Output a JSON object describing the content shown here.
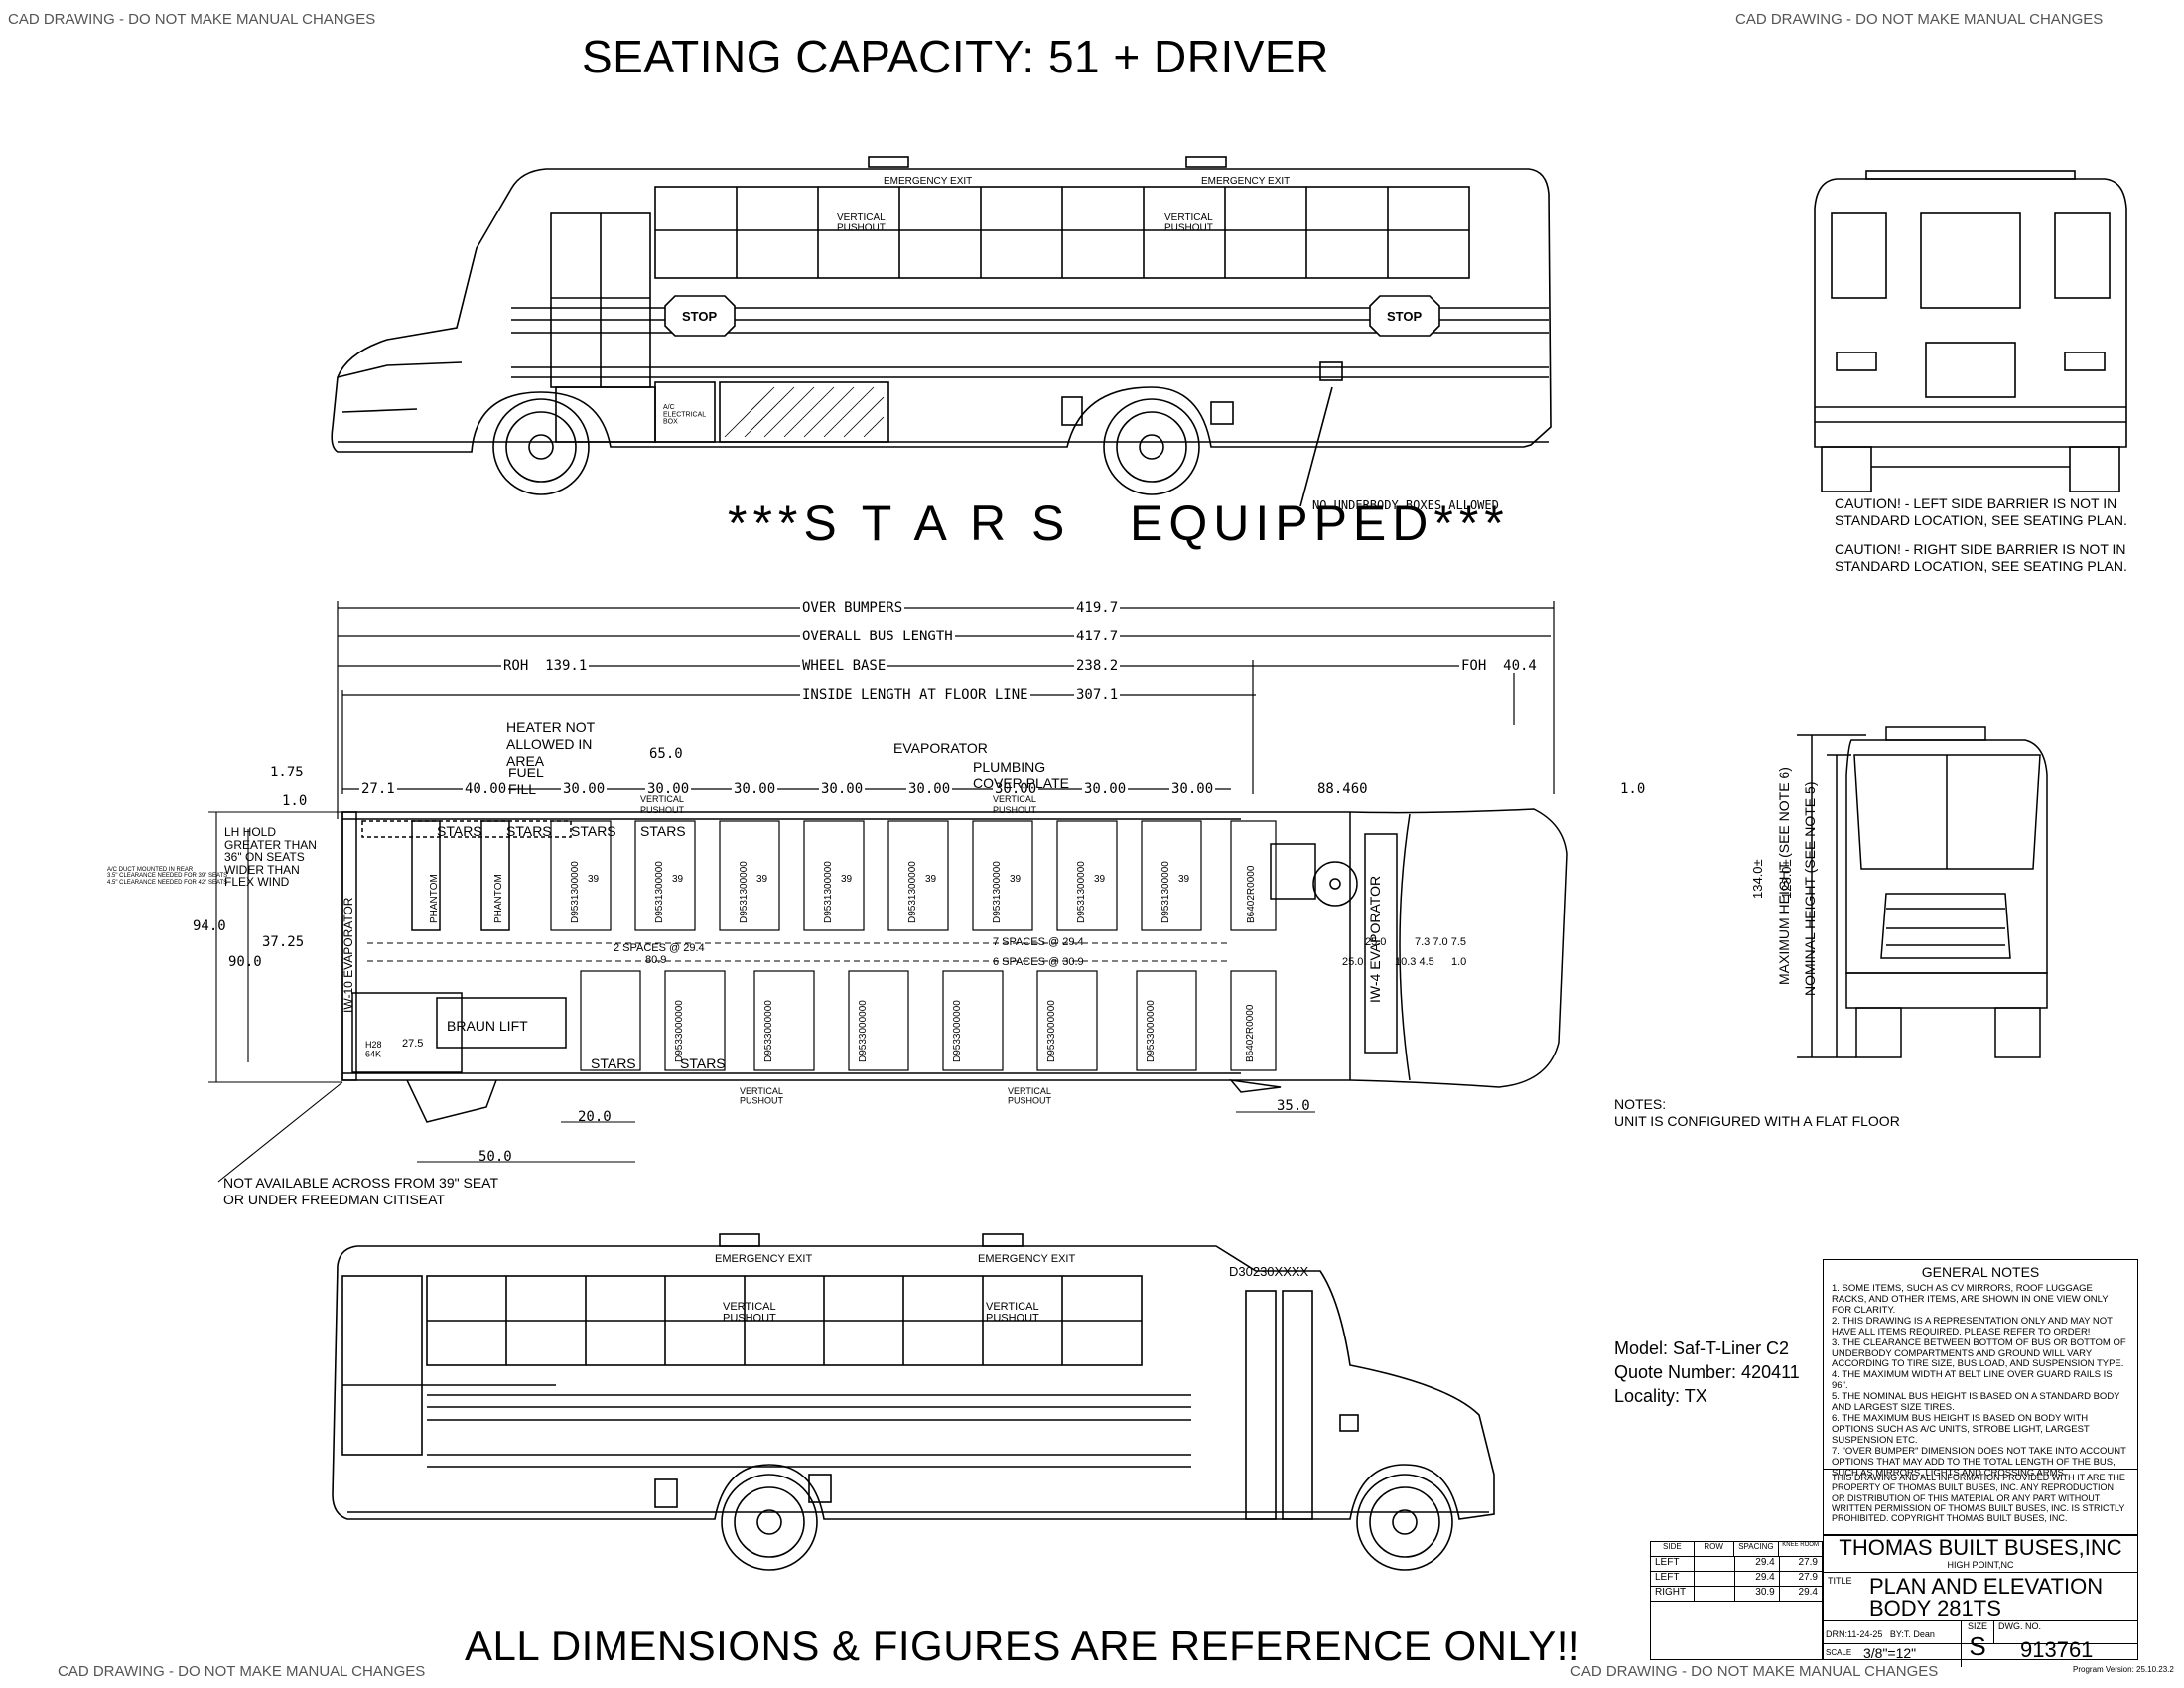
{
  "banners": {
    "top_left": "CAD DRAWING - DO NOT MAKE MANUAL CHANGES",
    "top_right": "CAD DRAWING - DO NOT MAKE MANUAL CHANGES",
    "bottom_left": "CAD DRAWING - DO NOT MAKE MANUAL CHANGES",
    "bottom_right": "CAD DRAWING - DO NOT MAKE MANUAL CHANGES"
  },
  "title": "SEATING CAPACITY: 51 + DRIVER",
  "stars_equipped": "***S T A R S   EQUIPPED***",
  "footer_note": "ALL DIMENSIONS & FIGURES ARE REFERENCE ONLY!!",
  "side_view_top": {
    "emergency_exit_1": "EMERGENCY EXIT",
    "emergency_exit_2": "EMERGENCY EXIT",
    "vertical_pushout_1": "VERTICAL\nPUSHOUT",
    "vertical_pushout_2": "VERTICAL\nPUSHOUT",
    "stop_1": "STOP",
    "stop_2": "STOP",
    "ac_box": "A/C\nELECTRICAL\nBOX",
    "no_underbody": "NO UNDERBODY BOXES ALLOWED"
  },
  "cautions": [
    "CAUTION! - LEFT SIDE BARRIER IS NOT IN\nSTANDARD LOCATION, SEE SEATING PLAN.",
    "CAUTION! - RIGHT SIDE BARRIER IS NOT IN\nSTANDARD LOCATION, SEE SEATING PLAN."
  ],
  "dimensions": {
    "over_bumpers": {
      "label": "OVER BUMPERS",
      "value": "419.7"
    },
    "overall_length": {
      "label": "OVERALL BUS LENGTH",
      "value": "417.7"
    },
    "wheel_base": {
      "label": "WHEEL BASE",
      "value": "238.2"
    },
    "inside_length": {
      "label": "INSIDE LENGTH AT FLOOR LINE",
      "value": "307.1"
    },
    "roh": "ROH  139.1",
    "foh": "FOH  40.4",
    "d_175": "1.75",
    "d_10a": "1.0",
    "d_271": "27.1",
    "d_4000": "40.00",
    "d_3000": [
      "30.00",
      "30.00",
      "30.00",
      "30.00",
      "30.00",
      "30.00",
      "30.00",
      "30.00"
    ],
    "d_650": "65.0",
    "d_8846": "88.460",
    "d_10b": "1.0",
    "d_940": "94.0",
    "d_900": "90.0",
    "d_3725": "37.25",
    "d_200": "20.0",
    "d_500": "50.0",
    "d_350": "35.0",
    "spaces_left": "2 SPACES @ 29.4",
    "spaces_mid_top": "7 SPACES @ 29.4",
    "spaces_mid_bot": "6 SPACES @ 30.9",
    "d_809": "80.9",
    "d_250a": "25.0",
    "d_250b": "25.0",
    "d_737075": "7.3 7.0 7.5",
    "d_10345": "10.3 4.5",
    "d_10c": "1.0",
    "d_275": "27.5"
  },
  "plan_labels": {
    "heater": "HEATER NOT\nALLOWED IN\nAREA",
    "fuel_fill": "FUEL\nFILL",
    "evaporator": "EVAPORATOR",
    "plumbing": "PLUMBING\nCOVER PLATE",
    "lh_hold": "LH HOLD\nGREATER THAN\n36\" ON SEATS\nWIDER THAN\nFLEX WIND",
    "ac_duct": "A/C DUCT MOUNTED IN REAR\n3.5\" CLEARANCE NEEDED FOR 39\" SEATS\n4.5\" CLEARANCE NEEDED FOR 42\" SEATS",
    "stars_labels": [
      "STARS",
      "STARS",
      "STARS",
      "STARS",
      "STARS",
      "STARS"
    ],
    "phantom": "PHANTOM",
    "evap_rear": "IW-10 EVAPORATOR",
    "evap_front": "IW-4 EVAPORATOR",
    "braun_lift": "BRAUN LIFT",
    "h28": "H28\n64K",
    "vp_top_1": "VERTICAL\nPUSHOUT",
    "vp_top_2": "VERTICAL\nPUSHOUT",
    "vp_bot_1": "VERTICAL\nPUSHOUT",
    "vp_bot_2": "VERTICAL\nPUSHOUT",
    "seat_top": [
      "D9531300000",
      "D9531300000",
      "D9531300000",
      "D9531300000",
      "D9531300000",
      "D9531300000",
      "D9531300000",
      "D9531300000"
    ],
    "seat_bot": [
      "D9533000000",
      "D9533000000",
      "D9533000000",
      "D9533000000",
      "D9533000000",
      "D9533000000"
    ],
    "seat_39": "39",
    "front_top": "B6402R0000",
    "front_bot": "B6402R0000"
  },
  "not_available": "NOT AVAILABLE ACROSS FROM 39\" SEAT\nOR UNDER FREEDMAN CITISEAT",
  "front_view": {
    "max_height": "MAXIMUM HEIGHT (SEE NOTE 6)",
    "nom_height": "NOMINAL HEIGHT (SEE NOTE 5)",
    "max_value": "134.0±",
    "nom_value": "123.0±"
  },
  "notes": "NOTES:\nUNIT IS CONFIGURED WITH A FLAT FLOOR",
  "side_view_bottom": {
    "emergency_exit_1": "EMERGENCY EXIT",
    "emergency_exit_2": "EMERGENCY EXIT",
    "vertical_pushout_1": "VERTICAL\nPUSHOUT",
    "vertical_pushout_2": "VERTICAL\nPUSHOUT",
    "part_no": "D30230XXXX"
  },
  "model_info": {
    "model": "Model: Saf-T-Liner C2",
    "quote": "Quote Number: 420411",
    "locality": "Locality: TX"
  },
  "general_notes": {
    "title": "GENERAL NOTES",
    "items": [
      "1. SOME ITEMS, SUCH AS CV MIRRORS, ROOF LUGGAGE RACKS, AND OTHER ITEMS, ARE SHOWN IN ONE VIEW ONLY FOR CLARITY.",
      "2. THIS DRAWING IS A REPRESENTATION ONLY AND MAY NOT HAVE ALL ITEMS REQUIRED. PLEASE REFER TO ORDER!",
      "3. THE CLEARANCE BETWEEN BOTTOM OF BUS OR BOTTOM OF UNDERBODY COMPARTMENTS AND GROUND WILL VARY ACCORDING TO TIRE SIZE, BUS LOAD, AND SUSPENSION TYPE.",
      "4. THE MAXIMUM WIDTH AT BELT LINE OVER GUARD RAILS IS 96\".",
      "5. THE NOMINAL BUS HEIGHT IS BASED ON A STANDARD BODY AND LARGEST SIZE TIRES.",
      "6. THE MAXIMUM BUS HEIGHT IS BASED ON BODY WITH OPTIONS SUCH AS A/C UNITS, STROBE LIGHT, LARGEST SUSPENSION ETC.",
      "7. \"OVER BUMPER\" DIMENSION DOES NOT TAKE INTO ACCOUNT OPTIONS THAT MAY ADD TO THE TOTAL LENGTH OF THE BUS, SUCH AS MIRRORS, LIGHTS AND CROSSING ARMS."
    ],
    "copyright": "THIS DRAWING AND ALL INFORMATION PROVIDED WITH IT ARE THE PROPERTY OF THOMAS BUILT BUSES, INC. ANY REPRODUCTION OR DISTRIBUTION OF THIS MATERIAL OR ANY PART WITHOUT WRITTEN PERMISSION OF THOMAS BUILT BUSES, INC. IS STRICTLY PROHIBITED. COPYRIGHT THOMAS BUILT BUSES, INC."
  },
  "spacing_table": {
    "headers": [
      "SIDE",
      "ROW",
      "SPACING",
      "KNEE ROOM"
    ],
    "rows": [
      [
        "LEFT",
        "",
        "29.4",
        "27.9"
      ],
      [
        "LEFT",
        "",
        "29.4",
        "27.9"
      ],
      [
        "RIGHT",
        "",
        "30.9",
        "29.4"
      ]
    ]
  },
  "title_block": {
    "company": "THOMAS BUILT BUSES,INC",
    "location": "HIGH POINT,NC",
    "title_label": "TITLE",
    "title_1": "PLAN AND ELEVATION",
    "title_2": "BODY 281TS",
    "drn": "DRN:11-24-25   BY:T. Dean",
    "size_label": "SIZE",
    "size": "S",
    "dwg_label": "DWG. NO.",
    "dwg_no": "913761",
    "scale_label": "SCALE",
    "scale": "3/8\"=12\"",
    "program": "Program Version: 25.10.23.2"
  }
}
